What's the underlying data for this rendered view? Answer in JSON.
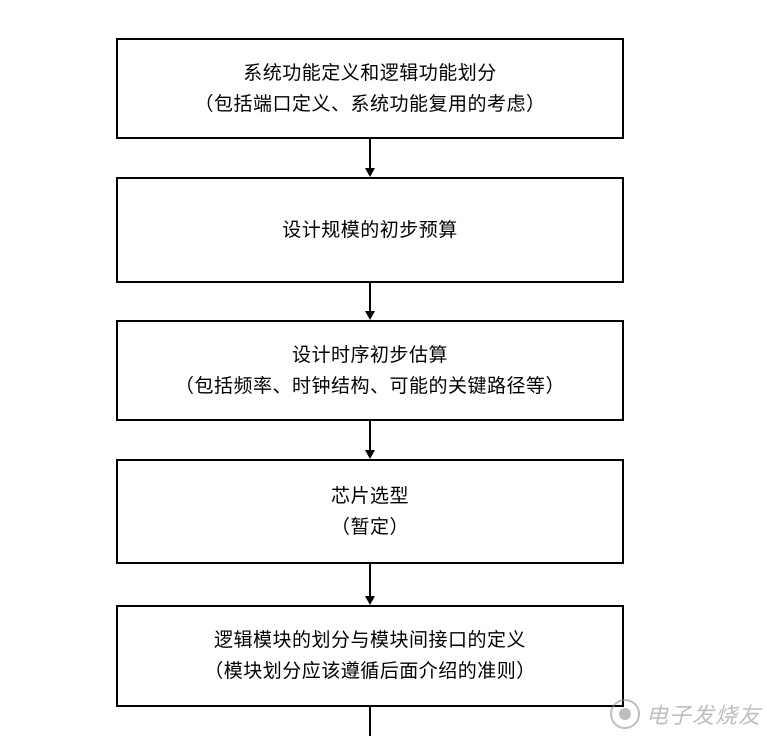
{
  "flowchart": {
    "steps": [
      {
        "line1": "系统功能定义和逻辑功能划分",
        "line2": "（包括端口定义、系统功能复用的考虑）"
      },
      {
        "line1": "设计规模的初步预算",
        "line2": ""
      },
      {
        "line1": "设计时序初步估算",
        "line2": "（包括频率、时钟结构、可能的关键路径等）"
      },
      {
        "line1": "芯片选型",
        "line2": "（暂定）"
      },
      {
        "line1": "逻辑模块的划分与模块间接口的定义",
        "line2": "（模块划分应该遵循后面介绍的准则）"
      }
    ]
  },
  "watermark": {
    "text": "电子发烧友",
    "icon": "logo-circle-icon"
  },
  "colors": {
    "line": "#000000",
    "background": "#ffffff",
    "watermark": "#8a8a8a"
  }
}
